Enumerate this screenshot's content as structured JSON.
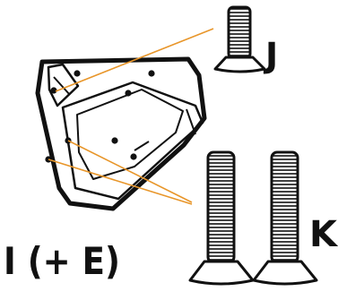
{
  "diagram": {
    "labels": {
      "bracket_part": "I (+ E)",
      "short_screw": "J",
      "long_screws": "K"
    },
    "colors": {
      "ink": "#111111",
      "leader_line": "#e8962a",
      "background": "#ffffff"
    },
    "icons": {
      "bracket": "bracket-plate-icon",
      "short_screw": "short-screw-icon",
      "long_screw": "long-screw-icon"
    }
  }
}
